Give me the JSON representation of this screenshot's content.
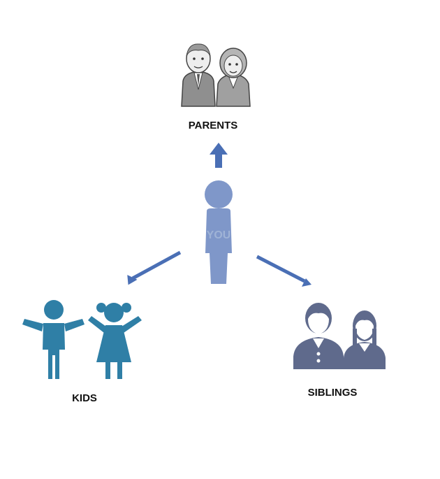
{
  "center": {
    "label": "YOU",
    "icon": "person-icon"
  },
  "nodes": {
    "parents": {
      "label": "PARENTS",
      "icon": "elderly-couple-icon"
    },
    "kids": {
      "label": "KIDS",
      "icon": "children-icon"
    },
    "siblings": {
      "label": "SIBLINGS",
      "icon": "siblings-icon"
    }
  },
  "colors": {
    "you": "#7f97c9",
    "arrow": "#4a6fb5",
    "kids": "#2f7fa6",
    "siblings": "#5f6a8c",
    "parents": "#8c8c8c",
    "label": "#111111"
  }
}
